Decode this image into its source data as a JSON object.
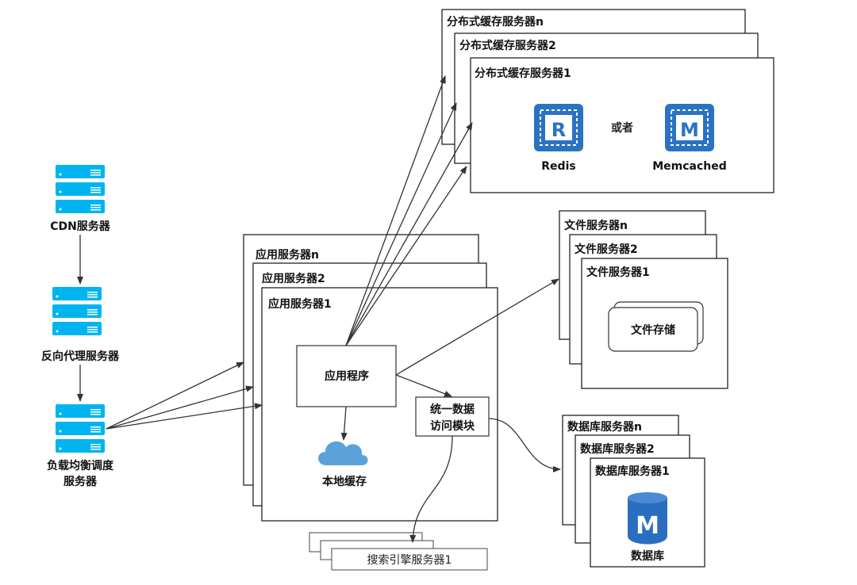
{
  "left": {
    "cdn_label": "CDN服务器",
    "proxy_label": "反向代理服务器",
    "lb_label_line1": "负载均衡调度",
    "lb_label_line2": "服务器"
  },
  "app": {
    "server_n": "应用服务器n",
    "server_2": "应用服务器2",
    "server_1": "应用服务器1",
    "program": "应用程序",
    "data_module_line1": "统一数据",
    "data_module_line2": "访问模块",
    "local_cache": "本地缓存"
  },
  "cache": {
    "server_n": "分布式缓存服务器n",
    "server_2": "分布式缓存服务器2",
    "server_1": "分布式缓存服务器1",
    "redis": "Redis",
    "or": "或者",
    "memcached": "Memcached",
    "redis_glyph": "R",
    "memcached_glyph": "M"
  },
  "file": {
    "server_n": "文件服务器n",
    "server_2": "文件服务器2",
    "server_1": "文件服务器1",
    "storage": "文件存储"
  },
  "db": {
    "server_n": "数据库服务器n",
    "server_2": "数据库服务器2",
    "server_1": "数据库服务器1",
    "label": "数据库",
    "glyph": "M"
  },
  "search": {
    "server_1": "搜索引擎服务器1"
  },
  "colors": {
    "server_icon": "#00b4f0",
    "chip_blue": "#2a73c2",
    "cloud_blue": "#5ba2da",
    "db_blue": "#2a6fbf"
  }
}
